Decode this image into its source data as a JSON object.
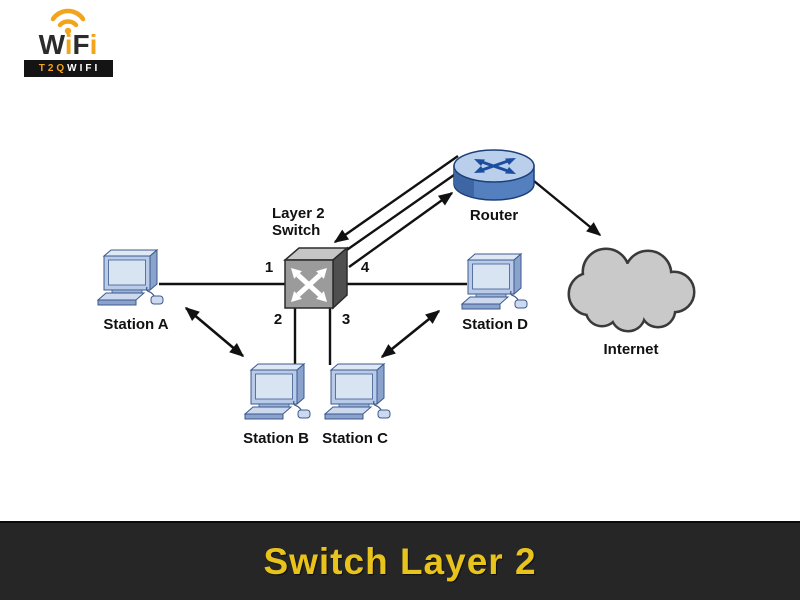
{
  "logo": {
    "brand_w": "W",
    "brand_i1": "i",
    "brand_f": "F",
    "brand_i2": "i",
    "badge_left": "T2Q",
    "badge_right": "WIFI"
  },
  "diagram": {
    "switch_label_line1": "Layer 2",
    "switch_label_line2": "Switch",
    "ports": {
      "p1": "1",
      "p2": "2",
      "p3": "3",
      "p4": "4"
    },
    "router_label": "Router",
    "internet_label": "Internet",
    "stations": {
      "a": "Station A",
      "b": "Station B",
      "c": "Station C",
      "d": "Station D"
    }
  },
  "banner": {
    "title": "Switch Layer 2"
  },
  "colors": {
    "accent_gold": "#f2a41c",
    "banner_bg": "#262626",
    "banner_text": "#e8c31b",
    "router_blue": "#5580c0",
    "pc_blue": "#b9cbe8",
    "switch_gray": "#9b9b9b",
    "cloud_gray": "#c9c9c9",
    "line_black": "#111111"
  }
}
